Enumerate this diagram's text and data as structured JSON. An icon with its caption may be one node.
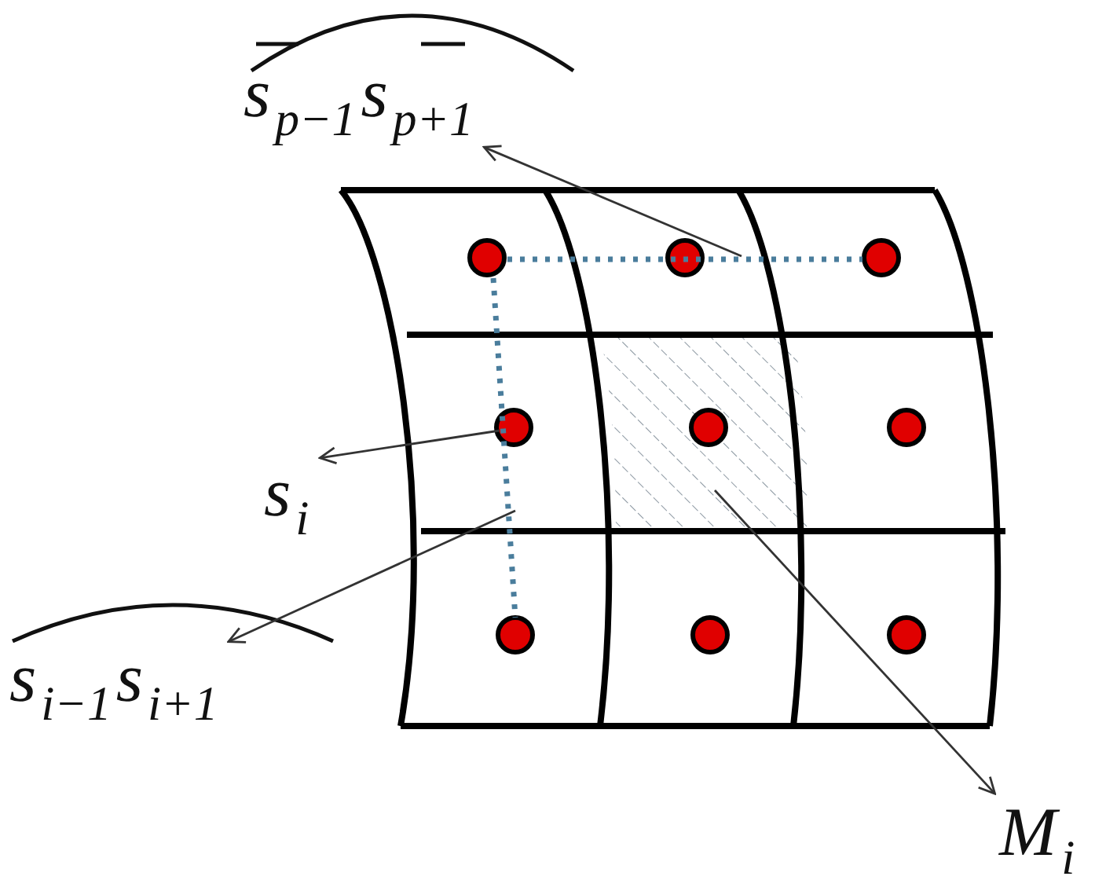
{
  "diagram": {
    "nodes": [
      {
        "text": [
          "s$_{p−1}$s$_{p+1}$"
        ]
      },
      {
        "text": [
          "s$_{i}$"
        ]
      },
      {
        "text": [
          "s$_{i−1}$s$_{i+1}$"
        ]
      },
      {
        "text": [
          "M$_{i}$"
        ]
      },
      {
        "text": [],
        "shape": "line"
      },
      {
        "text": [],
        "shape": "circle"
      },
      {
        "text": [],
        "shape": "line"
      },
      {
        "text": [],
        "shape": "box"
      }
    ],
    "edges": [
      {
        "from": 4,
        "to": 0,
        "arrow": "to"
      },
      {
        "from": 5,
        "to": 1,
        "arrow": "to"
      },
      {
        "from": 6,
        "to": 2,
        "arrow": "to"
      },
      {
        "from": 7,
        "to": 3,
        "arrow": "to"
      }
    ]
  }
}
